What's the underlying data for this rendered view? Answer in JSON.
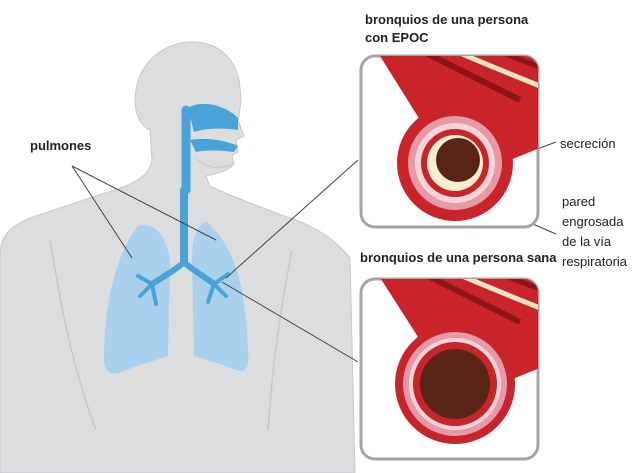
{
  "labels": {
    "lungs": "pulmones",
    "copd_title_line1": "bronquios de una persona",
    "copd_title_line2": "con EPOC",
    "healthy_title": "bronquios de una persona sana",
    "secretion": "secreción",
    "wall_line1": "pared",
    "wall_line2": "engrosada",
    "wall_line3": "de la vía",
    "wall_line4": "respiratoria"
  },
  "colors": {
    "body": "#dcdddf",
    "body_outline": "#c6c8cb",
    "airway_blue": "#4aa3d8",
    "lung_blue": "#a9d1ee",
    "tube_red": "#c8242a",
    "tube_dark": "#8d1418",
    "tube_beige": "#f3e3c4",
    "tube_pink": "#e69aa6",
    "tube_lightpink": "#f7d4d9",
    "lumen": "#5b2418",
    "mucus": "#f6f0d0",
    "panel_border": "#a5a5a5"
  }
}
